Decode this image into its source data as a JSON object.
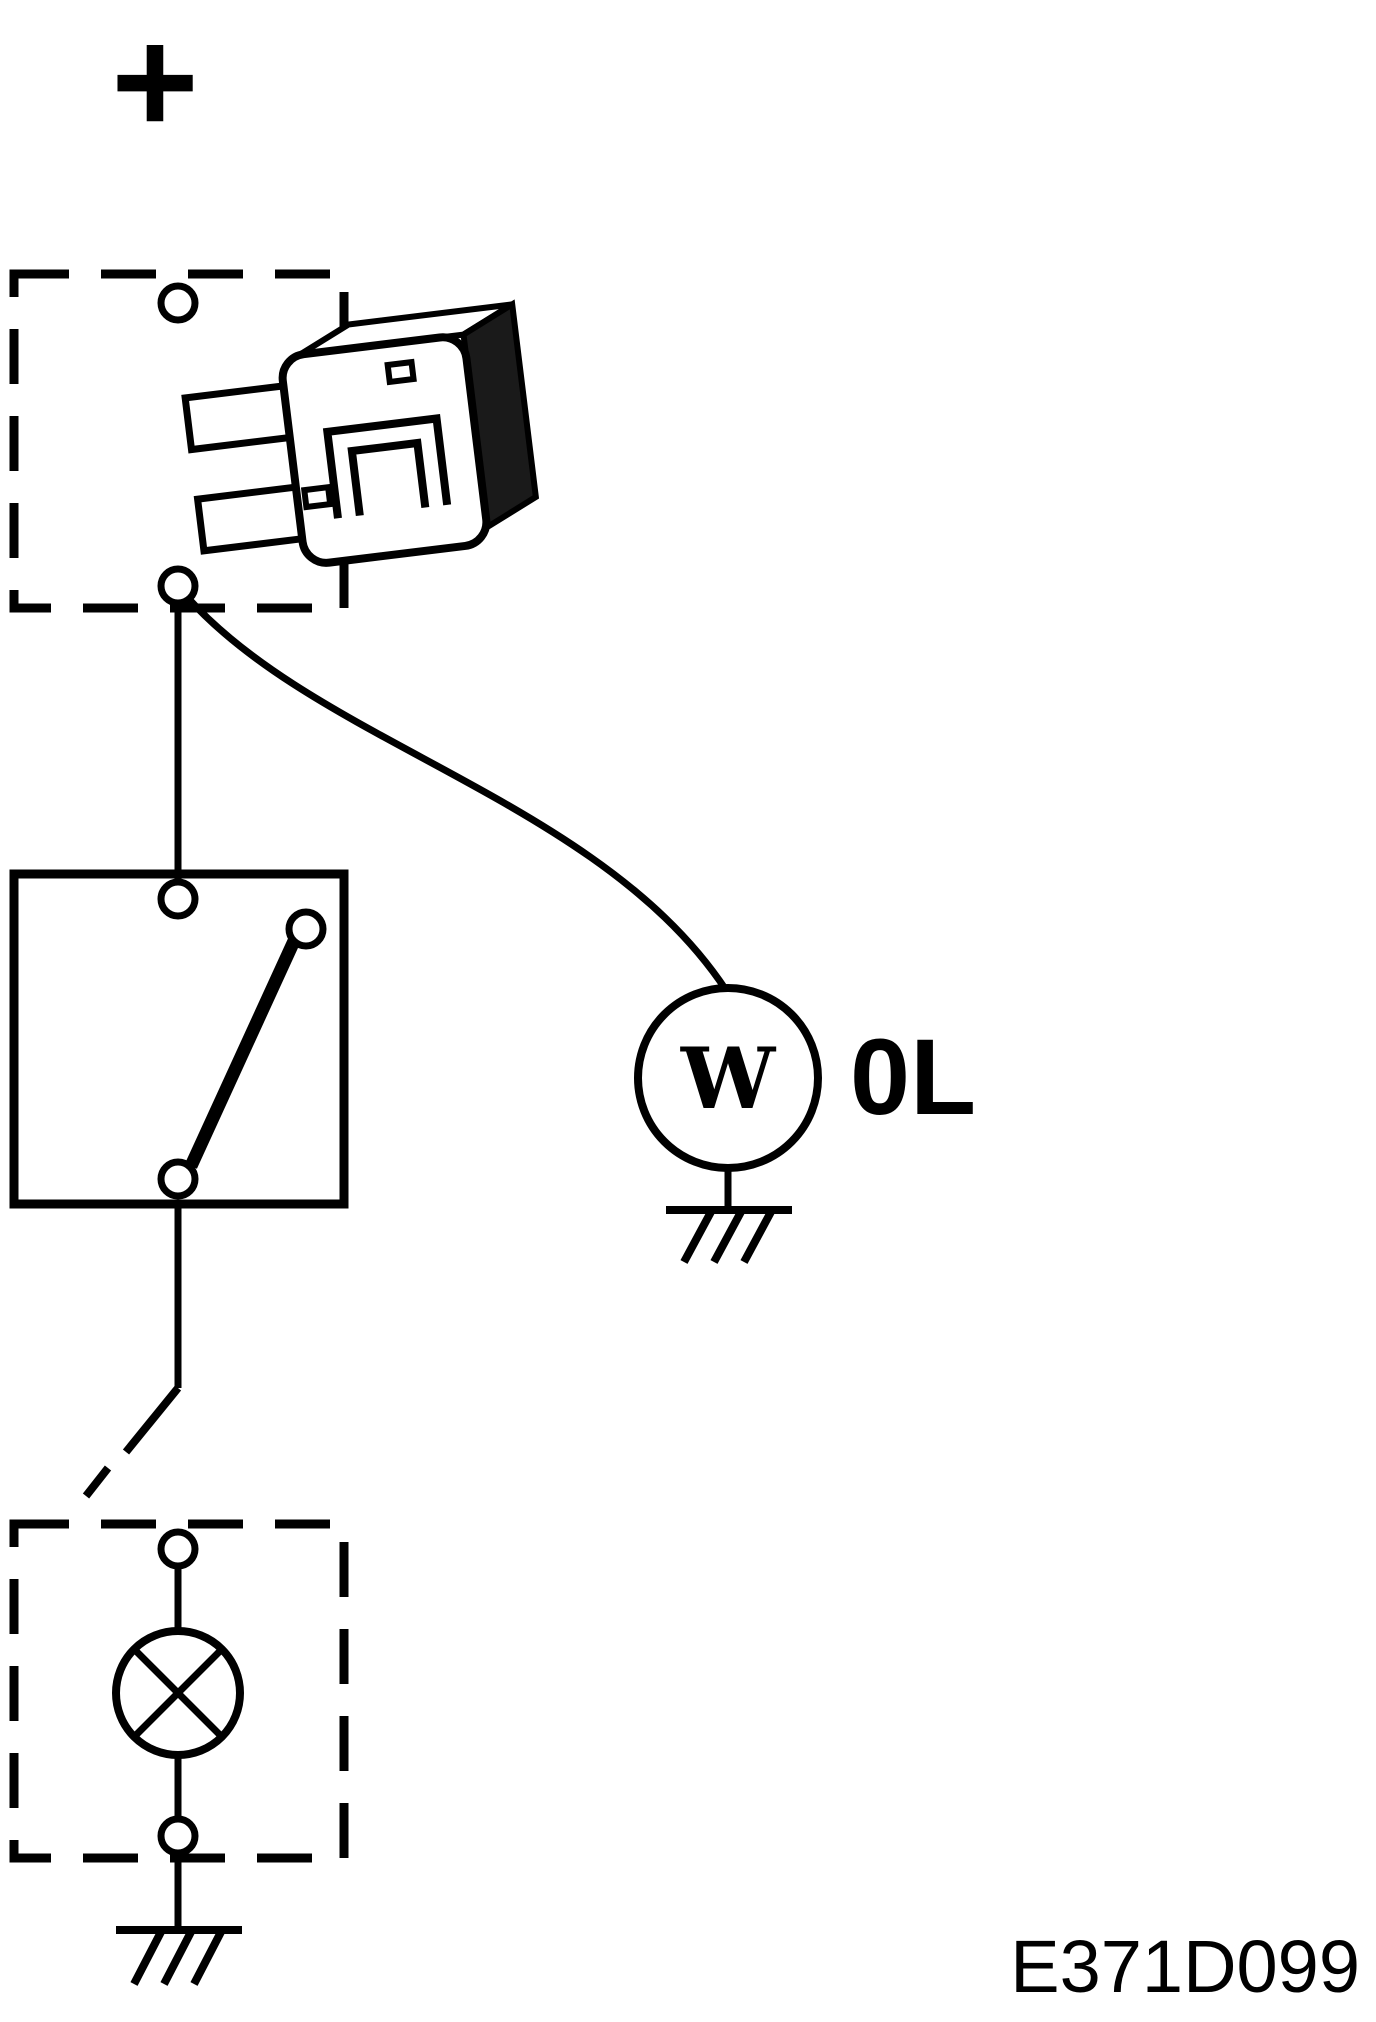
{
  "diagram": {
    "battery_positive_symbol": "+",
    "meter": {
      "letter": "W",
      "label": "0L"
    },
    "figure_code": "E371D099",
    "colors": {
      "line": "#000000",
      "background": "#ffffff",
      "fuse_side": "#1a1a1a"
    },
    "components": [
      {
        "name": "battery-positive",
        "text": "+"
      },
      {
        "name": "fuse-box",
        "border": "dashed",
        "icon": "blade-fuse-icon"
      },
      {
        "name": "switch-box",
        "border": "solid",
        "icon": "switch-arm-icon"
      },
      {
        "name": "meter-w",
        "text": "W",
        "label": "0L",
        "icon": "ground-icon"
      },
      {
        "name": "open-contact"
      },
      {
        "name": "lamp-box",
        "border": "dashed",
        "icon": "lamp-icon"
      },
      {
        "name": "ground",
        "icon": "ground-icon"
      }
    ]
  }
}
